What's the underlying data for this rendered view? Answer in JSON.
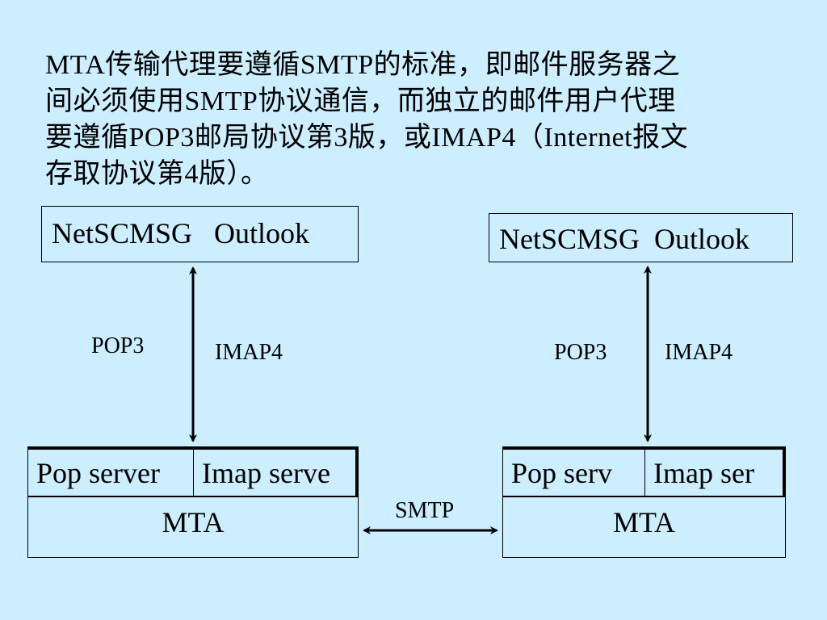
{
  "intro": {
    "lines": [
      "MTA传输代理要遵循SMTP的标准，即邮件服务器之",
      "间必须使用SMTP协议通信，而独立的邮件用户代理",
      "要遵循POP3邮局协议第3版，或IMAP4（Internet报文",
      "存取协议第4版）。"
    ]
  },
  "left": {
    "client_label": "NetSCMSG   Outlook",
    "pop3_label": "POP3",
    "imap4_label": "IMAP4",
    "pop_cell": "Pop server",
    "imap_cell": "Imap serve",
    "mta_label": "MTA"
  },
  "right": {
    "client_label": "NetSCMSG  Outlook",
    "pop3_label": "POP3",
    "imap4_label": "IMAP4",
    "pop_cell": "Pop serv",
    "imap_cell": "Imap ser",
    "mta_label": "MTA"
  },
  "smtp_label": "SMTP",
  "colors": {
    "background": "#cceeff",
    "stroke": "#000000"
  }
}
